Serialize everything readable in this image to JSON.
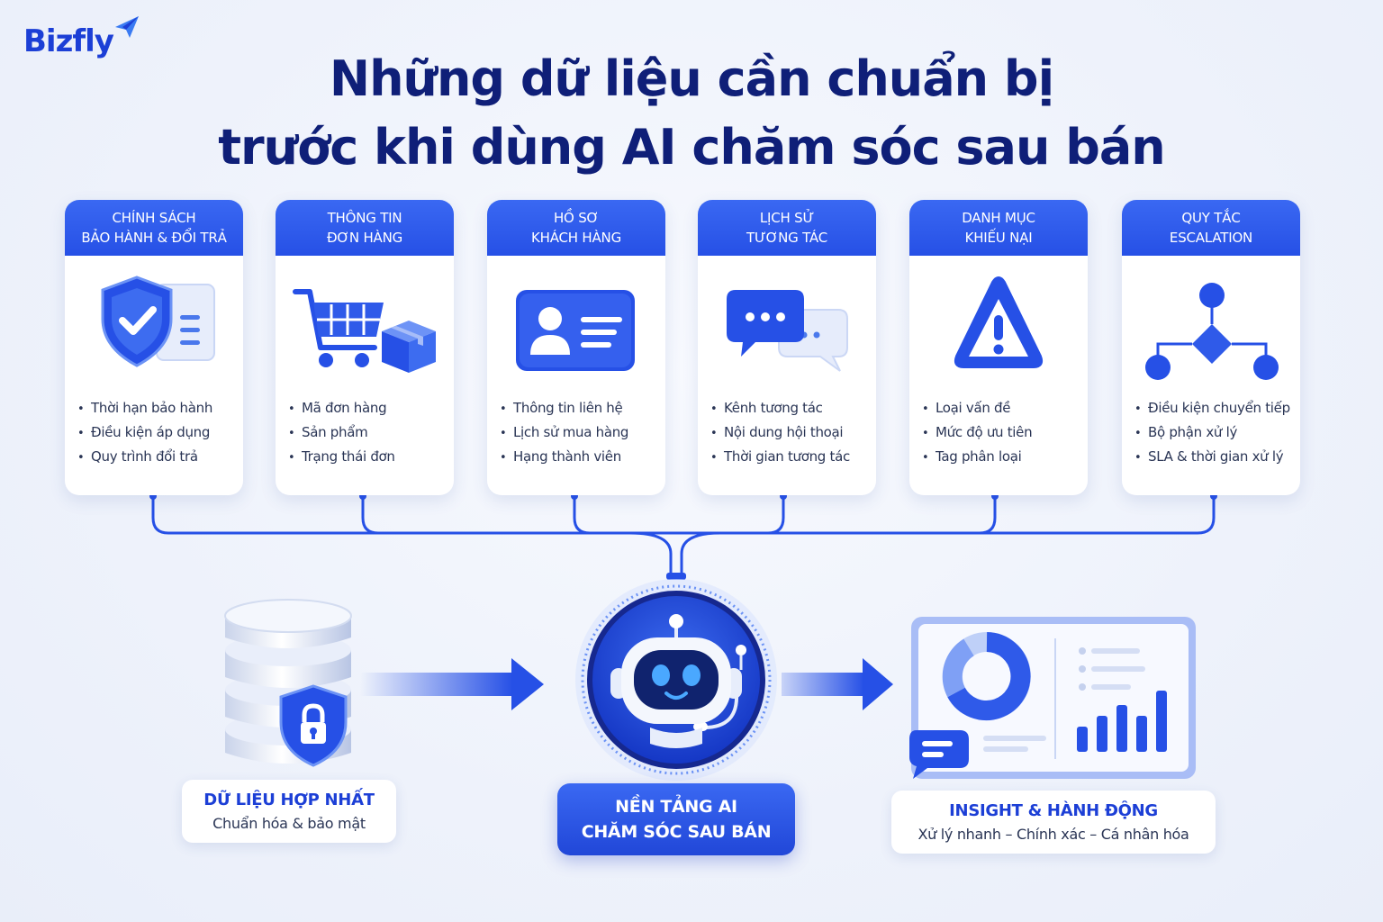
{
  "brand": {
    "logo_text": "Bizfly"
  },
  "title": {
    "line1": "Những dữ liệu cần chuẩn bị",
    "line2": "trước khi dùng AI chăm sóc sau bán"
  },
  "cards": [
    {
      "head1": "CHÍNH SÁCH",
      "head2": "BẢO HÀNH & ĐỔI TRẢ",
      "items": [
        "Thời hạn bảo hành",
        "Điều kiện áp dụng",
        "Quy trình đổi trả"
      ]
    },
    {
      "head1": "THÔNG TIN",
      "head2": "ĐƠN HÀNG",
      "items": [
        "Mã đơn hàng",
        "Sản phẩm",
        "Trạng thái đơn"
      ]
    },
    {
      "head1": "HỒ SƠ",
      "head2": "KHÁCH HÀNG",
      "items": [
        "Thông tin liên hệ",
        "Lịch sử mua hàng",
        "Hạng thành viên"
      ]
    },
    {
      "head1": "LỊCH SỬ",
      "head2": "TƯƠNG TÁC",
      "items": [
        "Kênh tương tác",
        "Nội dung hội thoại",
        "Thời gian tương tác"
      ]
    },
    {
      "head1": "DANH MỤC",
      "head2": "KHIẾU NẠI",
      "items": [
        "Loại vấn đề",
        "Mức độ ưu tiên",
        "Tag phân loại"
      ]
    },
    {
      "head1": "QUY TẮC",
      "head2": "ESCALATION",
      "items": [
        "Điều kiện chuyển tiếp",
        "Bộ phận xử lý",
        "SLA & thời gian xử lý"
      ]
    }
  ],
  "data_box": {
    "title": "DỮ LIỆU HỢP NHẤT",
    "subtitle": "Chuẩn hóa & bảo mật"
  },
  "ai_box": {
    "line1": "NỀN TẢNG AI",
    "line2": "CHĂM SÓC SAU BÁN"
  },
  "insight_box": {
    "title": "INSIGHT & HÀNH ĐỘNG",
    "subtitle": "Xử lý nhanh – Chính xác – Cá nhân hóa"
  },
  "colors": {
    "primary": "#2650e6",
    "navy": "#0f1f78",
    "accent": "#1c3fd6"
  }
}
